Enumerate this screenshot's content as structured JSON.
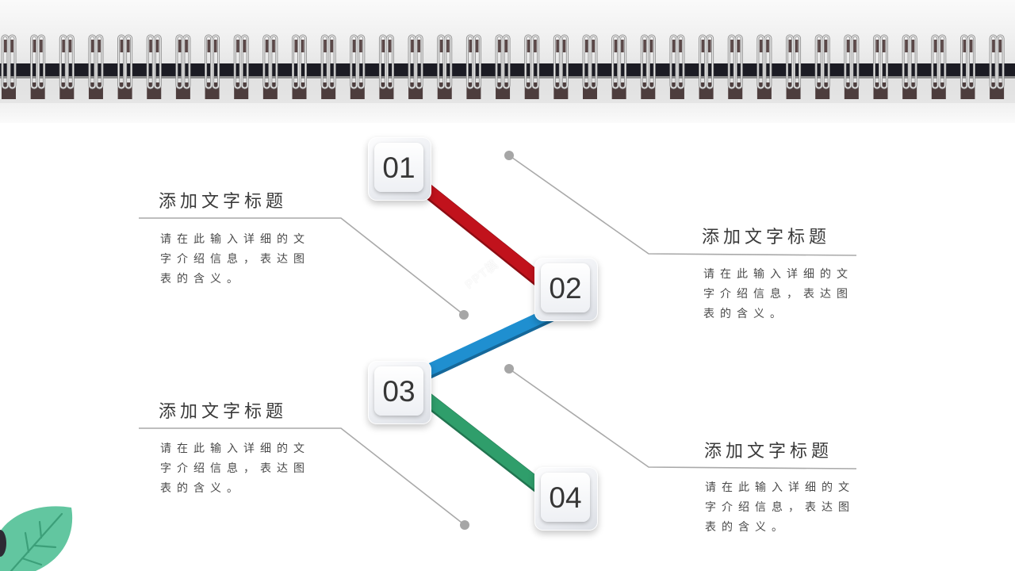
{
  "slide": {
    "watermark": "PPT模",
    "steps": [
      {
        "number": "01"
      },
      {
        "number": "02"
      },
      {
        "number": "03"
      },
      {
        "number": "04"
      }
    ],
    "connectors": [
      {
        "color": "#c1121c",
        "shade": "#8e0c13"
      },
      {
        "color": "#1f8fd0",
        "shade": "#15689a"
      },
      {
        "color": "#2f9e6b",
        "shade": "#217550"
      }
    ],
    "text_blocks": [
      {
        "title": "添加文字标题",
        "description": "请在此输入详细的文字介绍信息，表达图表的含义。"
      },
      {
        "title": "添加文字标题",
        "description": "请在此输入详细的文字介绍信息，表达图表的含义。"
      },
      {
        "title": "添加文字标题",
        "description": "请在此输入详细的文字介绍信息，表达图表的含义。"
      },
      {
        "title": "添加文字标题",
        "description": "请在此输入详细的文字介绍信息，表达图表的含义。"
      }
    ],
    "colors": {
      "leader_line": "#a9a9a9",
      "leader_dot": "#a6a6a6",
      "binding_band": "#1c1c24",
      "leaf": "#62c6a0",
      "leaf_vein": "#3c9f79"
    }
  }
}
